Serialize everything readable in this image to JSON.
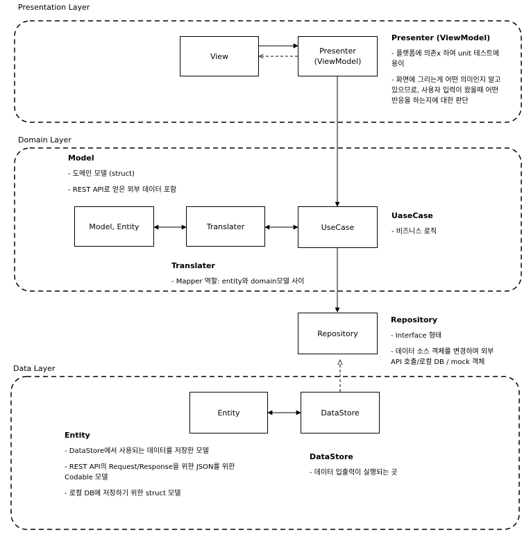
{
  "layers": {
    "presentation": "Presentation Layer",
    "domain": "Domain Layer",
    "data": "Data Layer"
  },
  "boxes": {
    "view": "View",
    "presenter": "Presenter\n(ViewModel)",
    "model_entity": "Model, Entity",
    "translater": "Translater",
    "usecase": "UseCase",
    "repository": "Repository",
    "entity": "Entity",
    "datastore": "DataStore"
  },
  "notes": {
    "presenter": {
      "title": "Presenter (ViewModel)",
      "items": [
        "- 플랫폼에 의존x 하여 unit 테스트에\n용이",
        "- 화면에 그리는게 어떤 의미인지 알고\n있으므로, 사용자 입력이 왔을때 어떤\n반응을 하는지에 대한 판단"
      ]
    },
    "model": {
      "title": "Model",
      "items": [
        "- 도메인 모델 (struct)",
        "- REST API로 얻은 외부 데이터 포함"
      ]
    },
    "usecase": {
      "title": "UaseCase",
      "items": [
        "- 비즈니스 로직"
      ]
    },
    "translater": {
      "title": "Translater",
      "items": [
        "- Mapper 역할: entity와 domain모델 사이"
      ]
    },
    "repository": {
      "title": "Repository",
      "items": [
        "- Interface 형태",
        "- 데이터 소스 객체를 변경하며 외부\nAPI 호출/로컬 DB / mock 객체"
      ]
    },
    "entity": {
      "title": "Entity",
      "items": [
        "- DataStore에서 사용되는 데이터를 저장한 모델",
        "- REST API의 Request/Response을 위한 JSON를 위한\nCodable 모델",
        "- 로컬 DB에 저장하기 위한 struct 모델"
      ]
    },
    "datastore": {
      "title": "DataStore",
      "items": [
        "- 데이터 입출력이 실행되는 곳"
      ]
    }
  }
}
